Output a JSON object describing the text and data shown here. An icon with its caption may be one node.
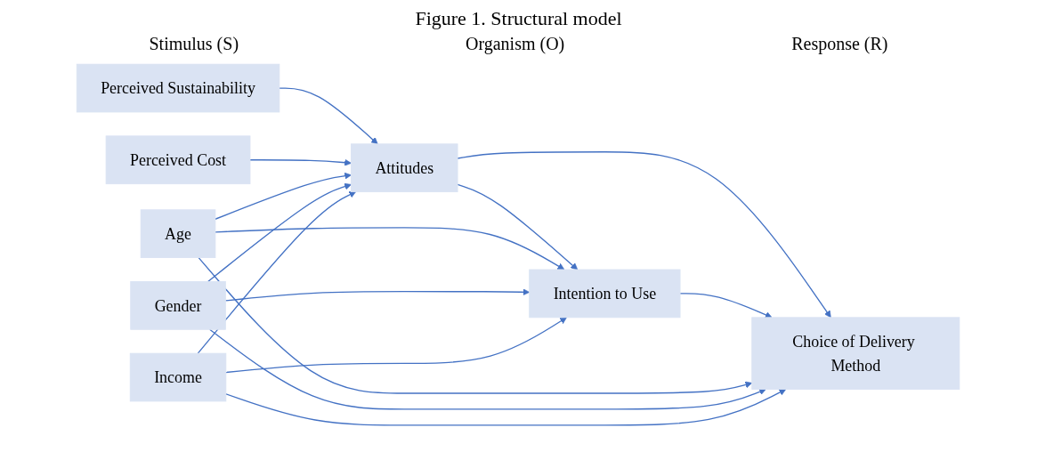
{
  "diagram": {
    "title": "Figure 1. Structural model",
    "nodes": [
      {
        "text": [
          "Perceived Sustainability"
        ]
      },
      {
        "text": [
          "Perceived Cost"
        ]
      },
      {
        "text": [
          "Attitudes"
        ]
      },
      {
        "text": [
          "Intention to Use"
        ]
      },
      {
        "text": [
          "Choice of Delivery Method"
        ]
      },
      {
        "text": [
          "Age"
        ]
      },
      {
        "text": [
          "Gender"
        ]
      },
      {
        "text": [
          "Income"
        ]
      }
    ],
    "edges": [
      {
        "from": 0,
        "to": 2,
        "arrow": "to"
      },
      {
        "from": 1,
        "to": 2,
        "arrow": "to"
      },
      {
        "from": 2,
        "to": 3,
        "arrow": "to"
      },
      {
        "from": 2,
        "to": 4,
        "arrow": "to"
      },
      {
        "from": 3,
        "to": 4,
        "arrow": "to"
      },
      {
        "from": 5,
        "to": 2,
        "arrow": "to"
      },
      {
        "from": 5,
        "to": 3,
        "arrow": "to"
      },
      {
        "from": 5,
        "to": 4,
        "arrow": "to"
      },
      {
        "from": 6,
        "to": 2,
        "arrow": "to"
      },
      {
        "from": 6,
        "to": 3,
        "arrow": "to"
      },
      {
        "from": 6,
        "to": 4,
        "arrow": "to"
      },
      {
        "from": 7,
        "to": 2,
        "arrow": "to"
      },
      {
        "from": 7,
        "to": 3,
        "arrow": "to"
      },
      {
        "from": 7,
        "to": 4,
        "arrow": "to"
      }
    ],
    "labels": [
      "Stimulus (S)",
      "Organism (O)",
      "Response (R)"
    ]
  }
}
